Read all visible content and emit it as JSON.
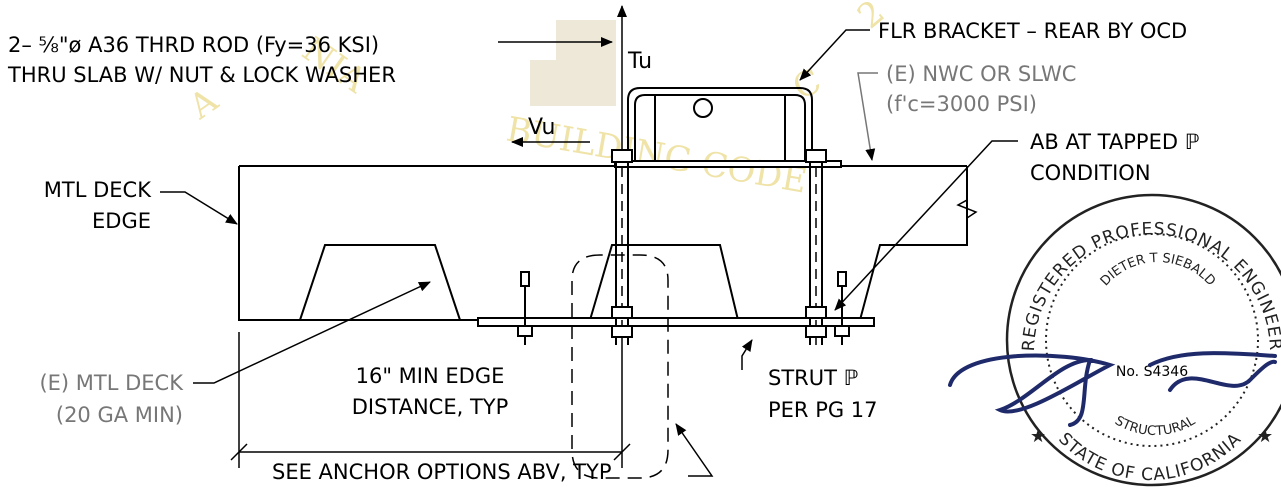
{
  "labels": {
    "rod_line1": "2– ⅝\"ø A36 THRD ROD (Fy=36 KSI)",
    "rod_line2": "THRU SLAB W/ NUT & LOCK WASHER",
    "bracket": "FLR BRACKET – REAR BY OCD",
    "concrete_line1": "(E) NWC OR SLWC",
    "concrete_line2": "(f'c=3000 PSI)",
    "ab_line1": "AB AT TAPPED ℙ",
    "ab_line2": "CONDITION",
    "deck_edge_line1": "MTL DECK",
    "deck_edge_line2": "EDGE",
    "existing_deck_line1": "(E) MTL DECK",
    "existing_deck_line2": "(20 GA MIN)",
    "edge_distance_line1": "16\" MIN EDGE",
    "edge_distance_line2": "DISTANCE, TYP",
    "strut_line1": "STRUT ℙ",
    "strut_line2": "PER PG 17",
    "anchor_options": "SEE ANCHOR OPTIONS ABV, TYP",
    "force_tension": "Tu",
    "force_shear": "Vu"
  },
  "watermark": {
    "text_left": "NIA",
    "text_mid": "BUILDING CODE",
    "text_left2": "A",
    "text_top": "C",
    "text_top2": "2"
  },
  "seal": {
    "top_text": "REGISTERED PROFESSIONAL ENGINEER",
    "name_text": "DIETER T SIEBALD",
    "license": "No. S4346",
    "discipline": "STRUCTURAL",
    "state_text": "STATE OF CALIFORNIA"
  },
  "colors": {
    "ink": "#000000",
    "existing": "#777777",
    "watermark": "#efe3a8",
    "seal_ink": "#222222",
    "signature": "#1f2a6b"
  }
}
